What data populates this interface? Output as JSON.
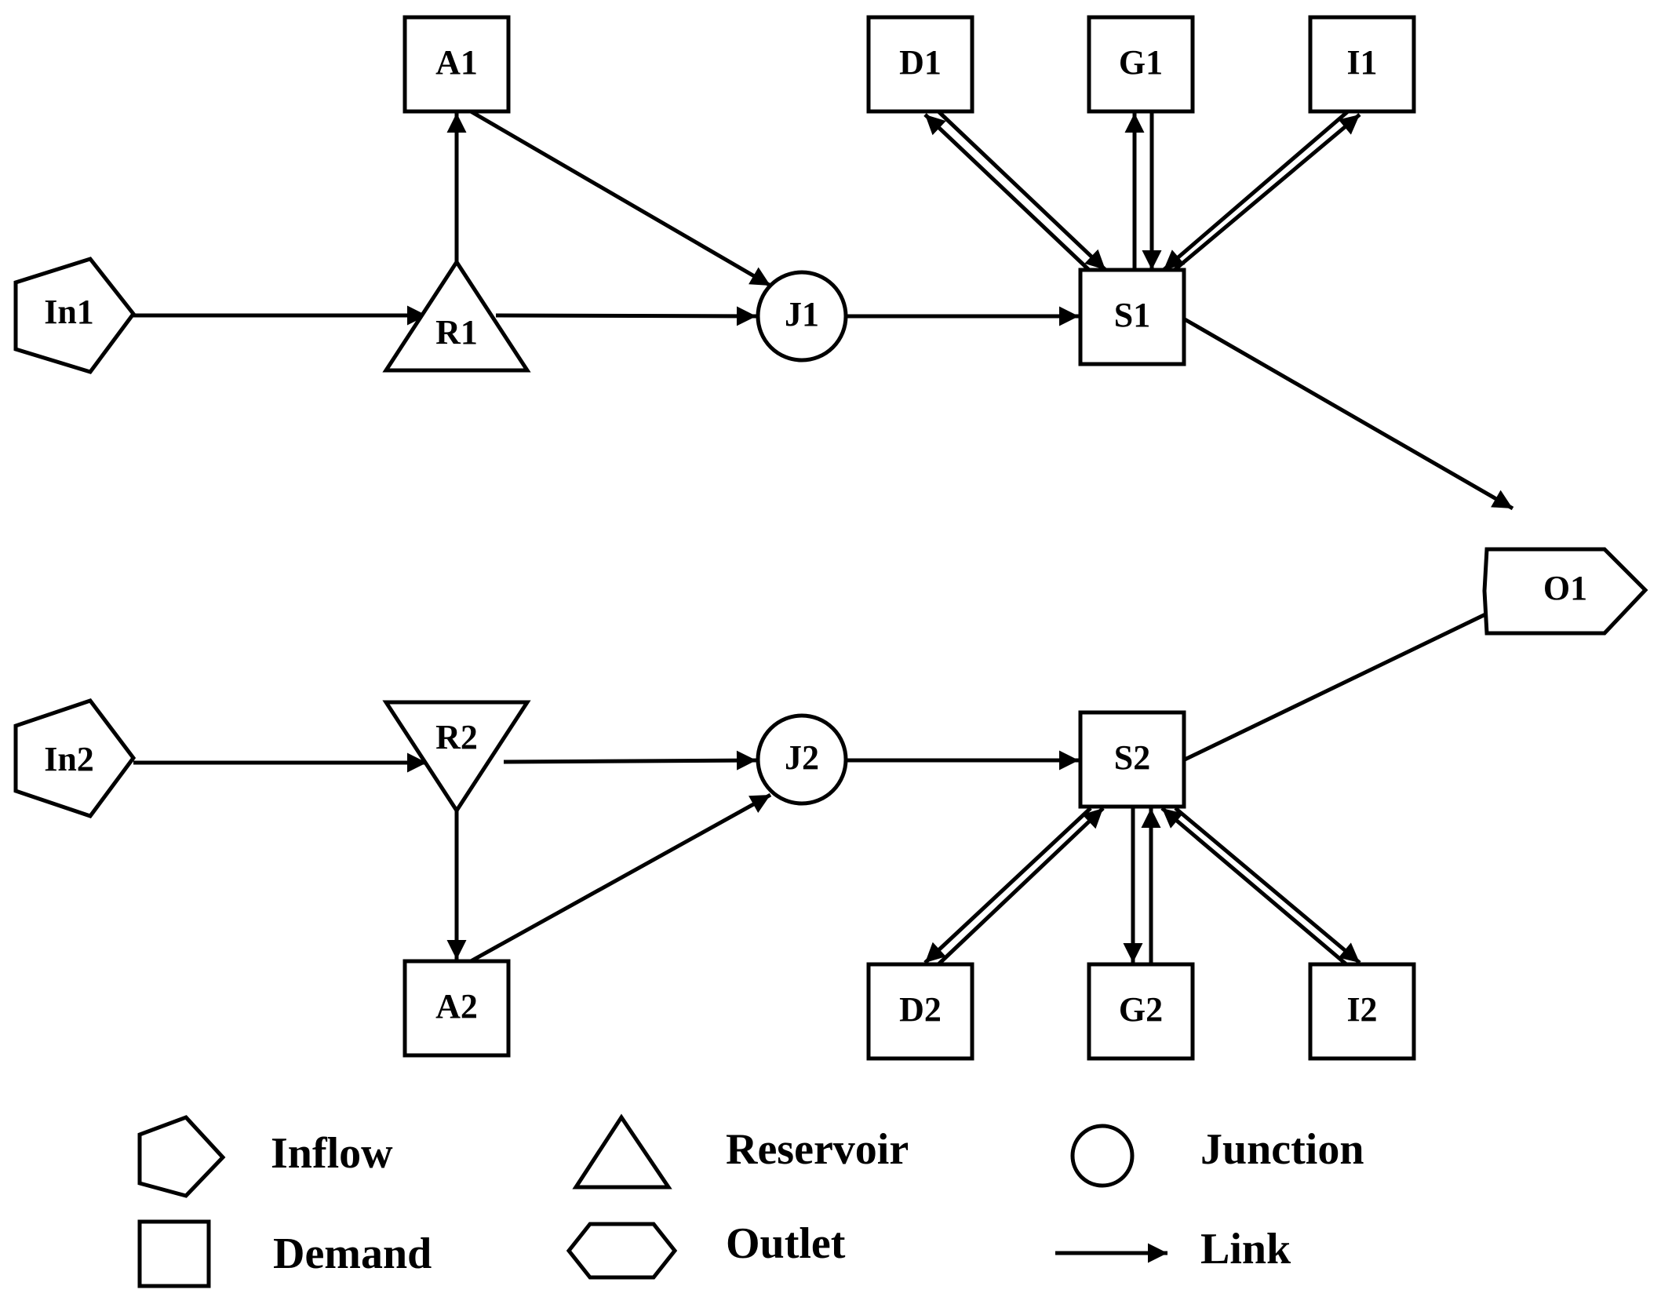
{
  "colors": {
    "stroke": "#000000",
    "background": "#ffffff"
  },
  "nodes": {
    "In1": {
      "label": "In1",
      "type": "inflow"
    },
    "In2": {
      "label": "In2",
      "type": "inflow"
    },
    "R1": {
      "label": "R1",
      "type": "reservoir"
    },
    "R2": {
      "label": "R2",
      "type": "reservoir"
    },
    "A1": {
      "label": "A1",
      "type": "demand"
    },
    "A2": {
      "label": "A2",
      "type": "demand"
    },
    "J1": {
      "label": "J1",
      "type": "junction"
    },
    "J2": {
      "label": "J2",
      "type": "junction"
    },
    "S1": {
      "label": "S1",
      "type": "demand"
    },
    "S2": {
      "label": "S2",
      "type": "demand"
    },
    "D1": {
      "label": "D1",
      "type": "demand"
    },
    "G1": {
      "label": "G1",
      "type": "demand"
    },
    "I1": {
      "label": "I1",
      "type": "demand"
    },
    "D2": {
      "label": "D2",
      "type": "demand"
    },
    "G2": {
      "label": "G2",
      "type": "demand"
    },
    "I2": {
      "label": "I2",
      "type": "demand"
    },
    "O1": {
      "label": "O1",
      "type": "outlet"
    }
  },
  "links": [
    {
      "from": "In1",
      "to": "R1"
    },
    {
      "from": "R1",
      "to": "A1"
    },
    {
      "from": "R1",
      "to": "J1"
    },
    {
      "from": "A1",
      "to": "J1"
    },
    {
      "from": "J1",
      "to": "S1"
    },
    {
      "from": "S1",
      "to": "D1"
    },
    {
      "from": "D1",
      "to": "S1"
    },
    {
      "from": "S1",
      "to": "G1"
    },
    {
      "from": "G1",
      "to": "S1"
    },
    {
      "from": "S1",
      "to": "I1"
    },
    {
      "from": "I1",
      "to": "S1"
    },
    {
      "from": "S1",
      "to": "O1"
    },
    {
      "from": "In2",
      "to": "R2"
    },
    {
      "from": "R2",
      "to": "J2"
    },
    {
      "from": "R2",
      "to": "A2"
    },
    {
      "from": "A2",
      "to": "J2"
    },
    {
      "from": "J2",
      "to": "S2"
    },
    {
      "from": "S2",
      "to": "O1"
    },
    {
      "from": "S2",
      "to": "D2"
    },
    {
      "from": "D2",
      "to": "S2"
    },
    {
      "from": "S2",
      "to": "G2"
    },
    {
      "from": "G2",
      "to": "S2"
    },
    {
      "from": "S2",
      "to": "I2"
    },
    {
      "from": "I2",
      "to": "S2"
    }
  ],
  "legend": {
    "inflow": "Inflow",
    "reservoir": "Reservoir",
    "junction": "Junction",
    "demand": "Demand",
    "outlet": "Outlet",
    "link": "Link"
  }
}
